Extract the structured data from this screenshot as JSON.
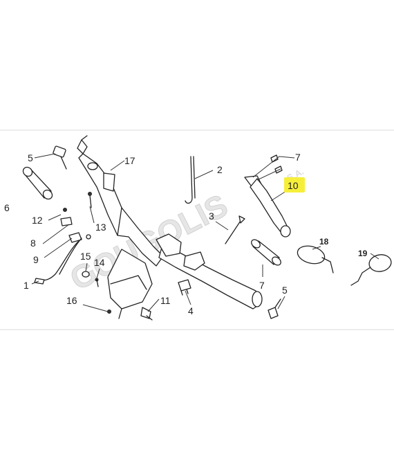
{
  "watermark": {
    "brand": "GOUGOLIS",
    "suffix": "S.A."
  },
  "highlight_color": "#f6ef3a",
  "callouts": [
    {
      "id": "5a",
      "number": "5"
    },
    {
      "id": "17",
      "number": "17"
    },
    {
      "id": "2",
      "number": "2"
    },
    {
      "id": "7a",
      "number": "7"
    },
    {
      "id": "10",
      "number": "10",
      "highlighted": true
    },
    {
      "id": "6",
      "number": "6"
    },
    {
      "id": "12",
      "number": "12"
    },
    {
      "id": "13",
      "number": "13"
    },
    {
      "id": "3",
      "number": "3"
    },
    {
      "id": "8",
      "number": "8"
    },
    {
      "id": "9",
      "number": "9"
    },
    {
      "id": "18",
      "number": "18",
      "bold": true
    },
    {
      "id": "19",
      "number": "19",
      "bold": true
    },
    {
      "id": "15",
      "number": "15"
    },
    {
      "id": "14",
      "number": "14"
    },
    {
      "id": "1",
      "number": "1"
    },
    {
      "id": "7b",
      "number": "7"
    },
    {
      "id": "5b",
      "number": "5"
    },
    {
      "id": "16",
      "number": "16"
    },
    {
      "id": "11",
      "number": "11"
    },
    {
      "id": "4",
      "number": "4"
    }
  ]
}
